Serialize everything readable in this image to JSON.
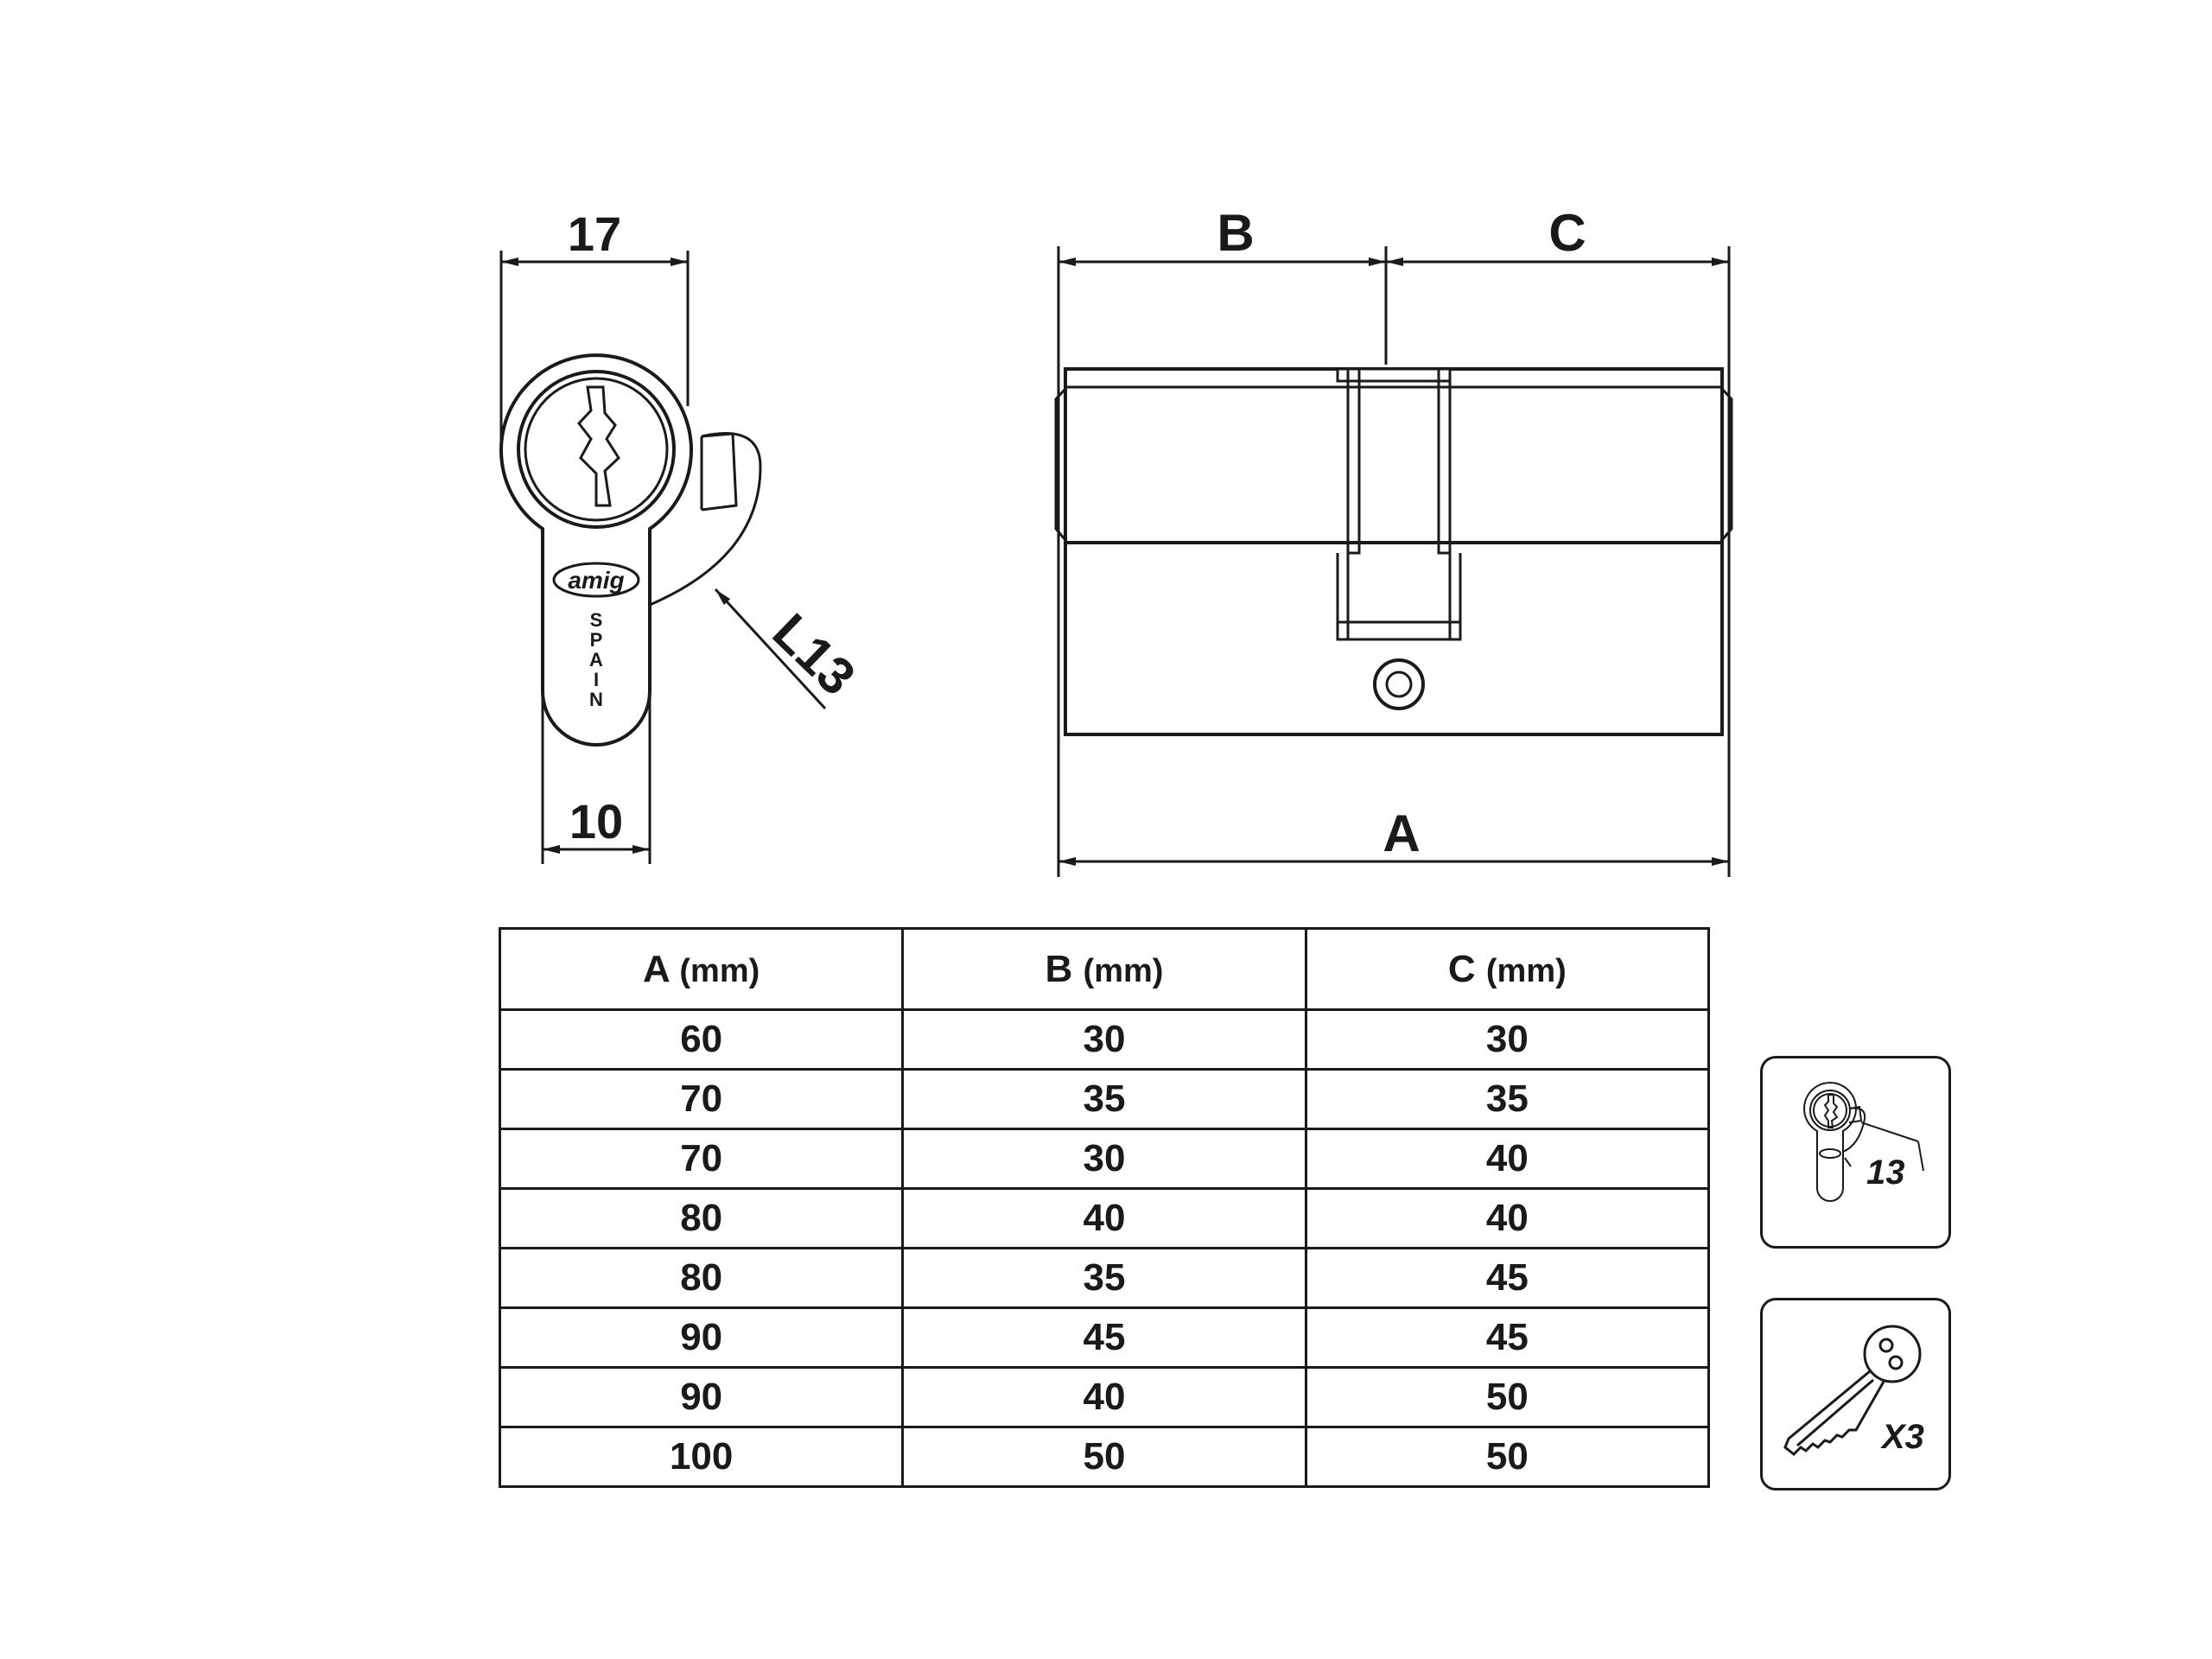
{
  "dimensions": {
    "width_top": "17",
    "width_bottom": "10",
    "cam_label": "L13",
    "length_b": "B",
    "length_c": "C",
    "length_a": "A"
  },
  "brand": {
    "logo_text": "amig",
    "country_letters": [
      "S",
      "P",
      "A",
      "I",
      "N"
    ]
  },
  "table": {
    "headers": [
      {
        "letter": "A",
        "unit": "(mm)"
      },
      {
        "letter": "B",
        "unit": "(mm)"
      },
      {
        "letter": "C",
        "unit": "(mm)"
      }
    ],
    "rows": [
      [
        "60",
        "30",
        "30"
      ],
      [
        "70",
        "35",
        "35"
      ],
      [
        "70",
        "30",
        "40"
      ],
      [
        "80",
        "40",
        "40"
      ],
      [
        "80",
        "35",
        "45"
      ],
      [
        "90",
        "45",
        "45"
      ],
      [
        "90",
        "40",
        "50"
      ],
      [
        "100",
        "50",
        "50"
      ]
    ]
  },
  "badges": {
    "cam_size": "13",
    "keys_count": "X3"
  }
}
